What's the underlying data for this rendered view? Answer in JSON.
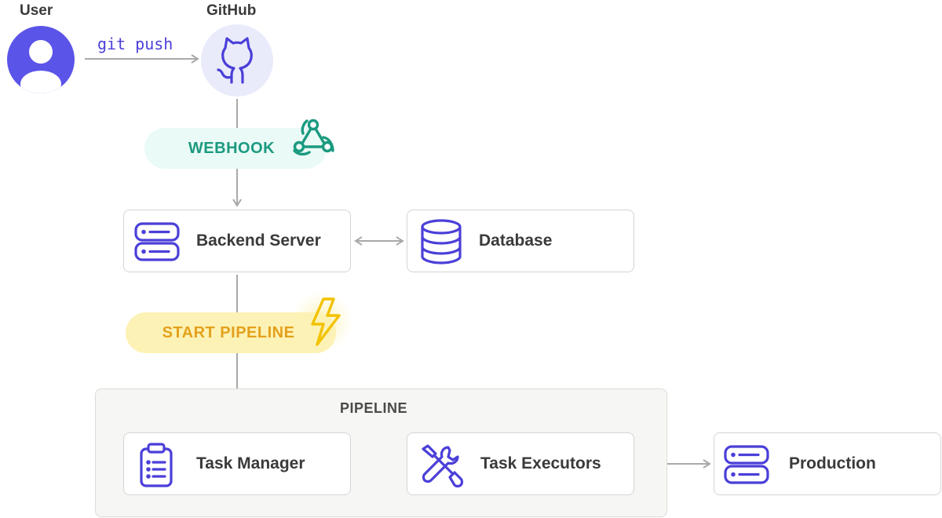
{
  "actors": {
    "user": {
      "label": "User"
    },
    "github": {
      "label": "GitHub"
    }
  },
  "edges": {
    "push_label": "git push"
  },
  "events": {
    "webhook": {
      "label": "WEBHOOK",
      "bg": "#eafaf6",
      "color": "#1b9a80"
    },
    "start_pipeline": {
      "label": "START PIPELINE",
      "bg": "#fdf2b5",
      "color": "#e3a11c"
    }
  },
  "nodes": {
    "backend_server": {
      "label": "Backend Server",
      "icon": "server-icon"
    },
    "database": {
      "label": "Database",
      "icon": "database-icon"
    },
    "task_manager": {
      "label": "Task Manager",
      "icon": "clipboard-icon"
    },
    "task_executors": {
      "label": "Task Executors",
      "icon": "tools-icon"
    },
    "production": {
      "label": "Production",
      "icon": "server-icon"
    }
  },
  "groups": {
    "pipeline": {
      "label": "PIPELINE"
    }
  },
  "colors": {
    "accent": "#5b54e8",
    "icon_stroke": "#4b3fd8",
    "github_bg": "#e9ebfb",
    "connector": "#a9a9a9",
    "webhook": "#1b9a80",
    "bolt": "#f2c200"
  }
}
